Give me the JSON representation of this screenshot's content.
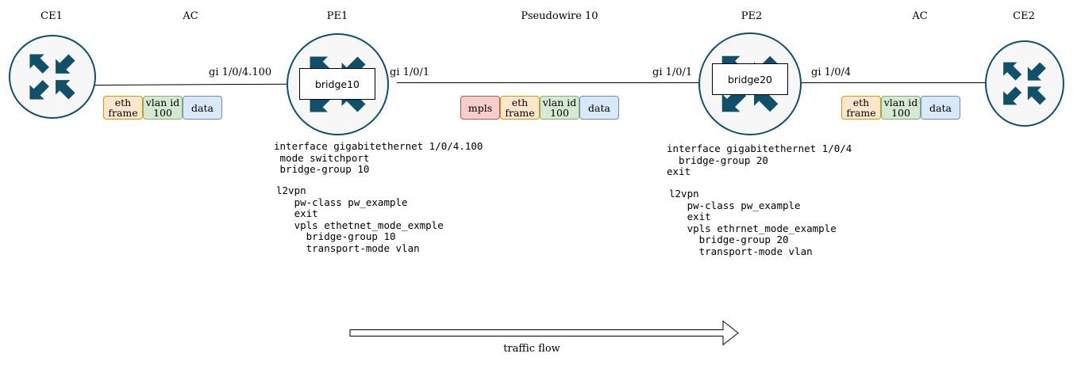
{
  "nodes": {
    "ce1": {
      "label": "CE1"
    },
    "pe1": {
      "label": "PE1",
      "bridge": "bridge10"
    },
    "pe2": {
      "label": "PE2",
      "bridge": "bridge20"
    },
    "ce2": {
      "label": "CE2"
    }
  },
  "links": {
    "ac_left": {
      "label": "AC"
    },
    "pseudowire": {
      "label": "Pseudowire 10"
    },
    "ac_right": {
      "label": "AC"
    }
  },
  "interfaces": {
    "pe1_ac": "gi 1/0/4.100",
    "pe1_core": "gi 1/0/1",
    "pe2_core": "gi 1/0/1",
    "pe2_ac": "gi 1/0/4"
  },
  "frames": {
    "left": {
      "eth": "eth\nframe",
      "vlan": "vlan id\n100",
      "data": "data"
    },
    "middle": {
      "mpls": "mpls",
      "eth": "eth\nframe",
      "vlan": "vlan id\n100",
      "data": "data"
    },
    "right": {
      "eth": "eth\nframe",
      "vlan": "vlan id\n100",
      "data": "data"
    }
  },
  "config": {
    "pe1_interface": "interface gigabitethernet 1/0/4.100\n mode switchport\n bridge-group 10",
    "pe1_l2vpn": "l2vpn\n   pw-class pw_example\n   exit\n   vpls ethetnet_mode_exmple\n     bridge-group 10\n     transport-mode vlan",
    "pe2_interface": "interface gigabitethernet 1/0/4\n  bridge-group 20\nexit",
    "pe2_l2vpn": "l2vpn\n   pw-class pw_example\n   exit\n   vpls ethrnet_mode_example\n     bridge-group 20\n     transport-mode vlan"
  },
  "traffic": {
    "label": "traffic flow"
  },
  "colors": {
    "router_stroke": "#10506b",
    "router_fill": "#f7f7f7"
  },
  "icons": {
    "router": "router-icon",
    "arrow": "traffic-flow-arrow"
  }
}
